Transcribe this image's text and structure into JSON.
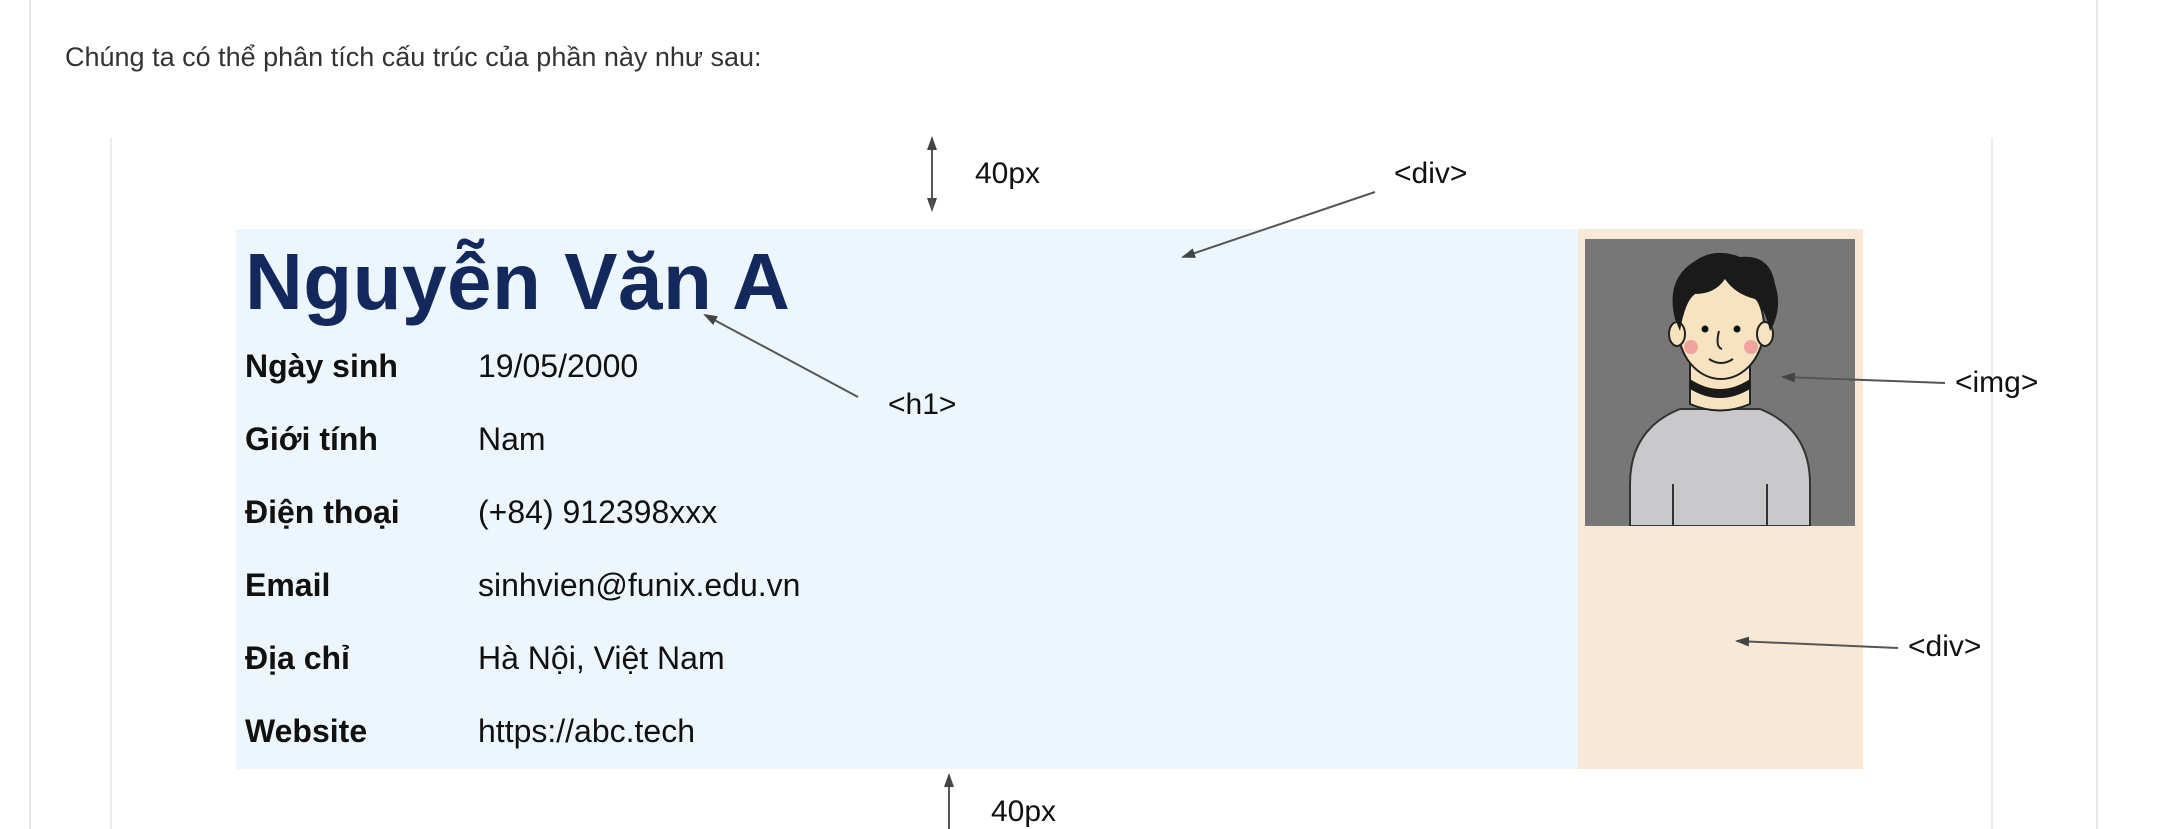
{
  "intro_text": "Chúng ta có thể phân tích cấu trúc của phần này như sau:",
  "profile": {
    "name": "Nguyễn Văn A",
    "rows": [
      {
        "label": "Ngày sinh",
        "value": "19/05/2000"
      },
      {
        "label": "Giới tính",
        "value": "Nam"
      },
      {
        "label": "Điện thoại",
        "value": "(+84) 912398xxx"
      },
      {
        "label": "Email",
        "value": "sinhvien@funix.edu.vn"
      },
      {
        "label": "Địa chỉ",
        "value": "Hà Nội, Việt Nam"
      },
      {
        "label": "Website",
        "value": "https://abc.tech"
      }
    ]
  },
  "annotations": {
    "top_spacing": "40px",
    "bottom_spacing": "40px",
    "div_main": "<div>",
    "h1": "<h1>",
    "img": "<img>",
    "div_side": "<div>"
  },
  "colors": {
    "info_panel_bg": "#eef6fd",
    "side_panel_bg": "#f9e8d6",
    "name_color": "#13285c",
    "avatar_bg": "#777777"
  },
  "icons": {
    "avatar": "person-avatar-illustration"
  }
}
